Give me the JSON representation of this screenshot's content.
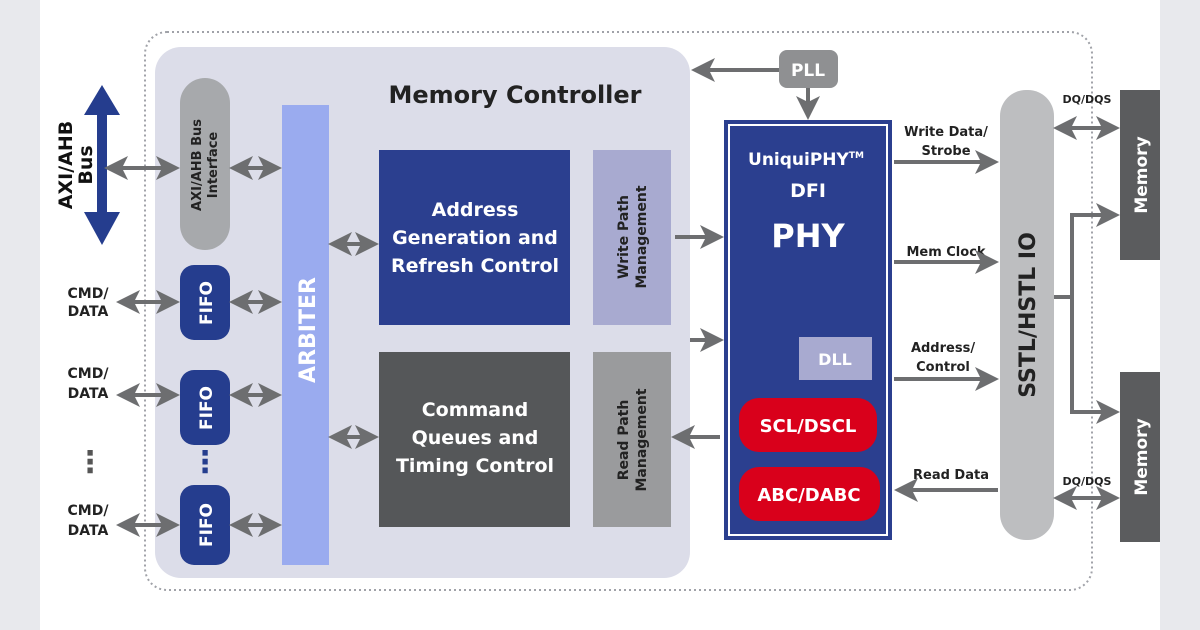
{
  "colors": {
    "panel": "#dcdde9",
    "dark_blue": "#253d8e",
    "arbiter": "#9aabef",
    "dark_gray": "#555759",
    "light_purple": "#a8aad0",
    "mid_gray": "#9a9b9d",
    "red": "#d9001b",
    "arrow": "#6d6e70"
  },
  "bus": {
    "label_line1": "AXI/AHB",
    "label_line2": "Bus"
  },
  "bus_interface": {
    "line1": "AXI/AHB Bus",
    "line2": "Interface"
  },
  "ports": [
    {
      "line1": "CMD/",
      "line2": "DATA"
    },
    {
      "line1": "CMD/",
      "line2": "DATA"
    },
    {
      "line1": "CMD/",
      "line2": "DATA"
    }
  ],
  "ellipsis": "⋮",
  "fifo_label": "FIFO",
  "controller": {
    "title": "Memory Controller",
    "arbiter": "ARBITER",
    "address": [
      "Address",
      "Generation and",
      "Refresh Control"
    ],
    "command": [
      "Command",
      "Queues and",
      "Timing Control"
    ],
    "write_path": [
      "Write Path",
      "Management"
    ],
    "read_path": [
      "Read Path",
      "Management"
    ]
  },
  "pll": "PLL",
  "phy": {
    "brand": "UniquiPHY",
    "tm": "TM",
    "dfi": "DFI",
    "phy": "PHY",
    "dll": "DLL",
    "scl": "SCL/DSCL",
    "abc": "ABC/DABC"
  },
  "signals": {
    "write_data": [
      "Write Data/",
      "Strobe"
    ],
    "mem_clock": "Mem Clock",
    "address_control": [
      "Address/",
      "Control"
    ],
    "read_data": "Read Data",
    "dq_top": "DQ/DQS",
    "dq_bottom": "DQ/DQS"
  },
  "io": "SSTL/HSTL IO",
  "memory": [
    "Memory",
    "Memory"
  ]
}
